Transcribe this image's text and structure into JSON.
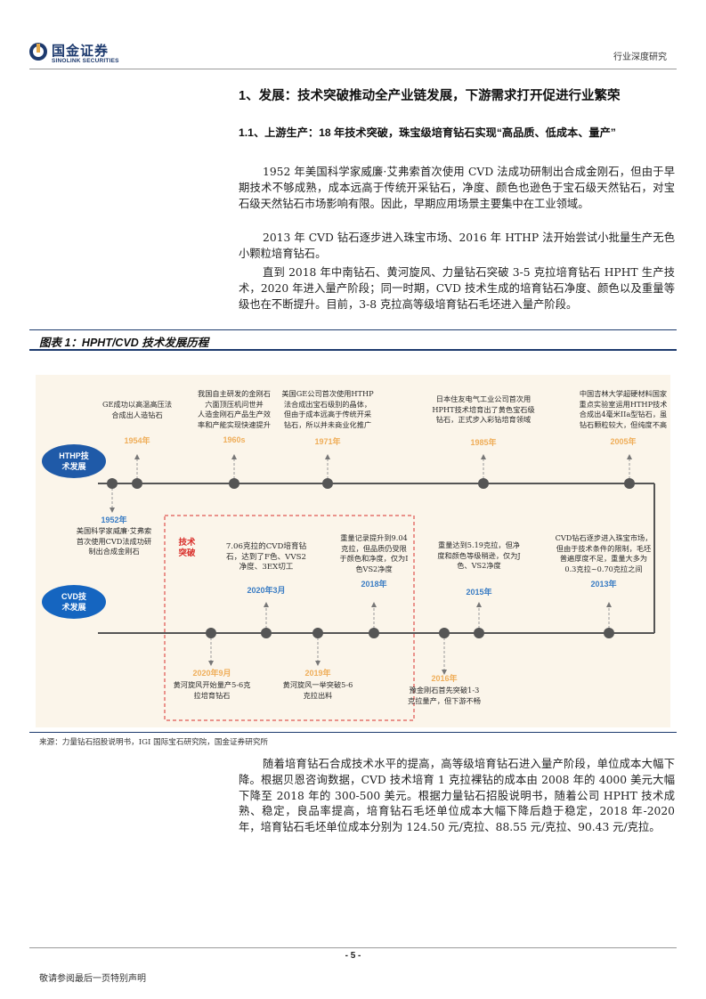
{
  "header": {
    "logo_cn": "国金证券",
    "logo_en": "SINOLINK SECURITIES",
    "report_type": "行业深度研究"
  },
  "section": {
    "h1": "1、发展：技术突破推动全产业链发展，下游需求打开促进行业繁荣",
    "h2": "1.1、上游生产：18 年技术突破，珠宝级培育钻石实现“高品质、低成本、量产”",
    "paragraphs": [
      "1952 年美国科学家威廉·艾弗索首次使用 CVD 法成功研制出合成金刚石，但由于早期技术不够成熟，成本远高于传统开采钻石，净度、颜色也逊色于宝石级天然钻石，对宝石级天然钻石市场影响有限。因此，早期应用场景主要集中在工业领域。",
      "2013 年 CVD 钻石逐步进入珠宝市场、2016 年 HTHP 法开始尝试小批量生产无色小颗粒培育钻石。",
      "直到 2018 年中南钻石、黄河旋风、力量钻石突破 3-5 克拉培育钻石 HPHT 生产技术，2020 年进入量产阶段；同一时期，CVD 技术生成的培育钻石净度、颜色以及重量等级也在不断提升。目前，3-8 克拉高等级培育钻石毛坯进入量产阶段。"
    ]
  },
  "figure": {
    "caption": "图表 1：HPHT/CVD 技术发展历程",
    "source": "来源：力量钻石招股说明书，IGI 国际宝石研究院，国金证券研究所",
    "hthp_label": [
      "HTHP技",
      "术发展"
    ],
    "cvd_label": [
      "CVD技",
      "术发展"
    ],
    "breakthrough_label": [
      "技术",
      "突破"
    ],
    "hthp_top": [
      {
        "year": "1954年",
        "lines": [
          "GE成功以高温高压法",
          "合成出人造钻石"
        ]
      },
      {
        "year": "1960s",
        "lines": [
          "我国自主研发的金刚石",
          "六面顶压机问世并",
          "人造金刚石产品生产效",
          "率和产能实现快速提升"
        ]
      },
      {
        "year": "1971年",
        "lines": [
          "美国GE公司首次使用HTHP",
          "法合成出宝石级别的晶体，",
          "但由于成本远高于传统开采",
          "钻石，所以并未商业化推广"
        ]
      },
      {
        "year": "1985年",
        "lines": [
          "日本住友电气工业公司首次用",
          "HPHT技术培育出了黄色宝石级",
          "钻石，正式步入彩钻培育领域"
        ]
      },
      {
        "year": "2005年",
        "lines": [
          "中国吉林大学超硬材料国家",
          "重点实验室运用HTHP技术",
          "合成出4毫米IIa型钻石，虽",
          "钻石颗粒较大，但纯度不高"
        ]
      }
    ],
    "hthp_1952": {
      "year": "1952年",
      "lines": [
        "美国科学家威廉·艾弗索",
        "首次使用CVD法成功研",
        "制出合成金刚石"
      ]
    },
    "cvd_top": [
      {
        "year": "2020年3月",
        "lines": [
          "7.06克拉的CVD培育钻",
          "石，达到了F色、VVS2",
          "净度、3EX切工"
        ]
      },
      {
        "year": "2018年",
        "lines": [
          "重量记录提升到9.04",
          "克拉，但品质仍受限",
          "于颜色和净度，仅为I",
          "色VS2净度"
        ]
      },
      {
        "year": "2015年",
        "lines": [
          "重量达到5.19克拉，但净",
          "度和颜色等级稍逊，仅为J",
          "色、VS2净度"
        ]
      },
      {
        "year": "2013年",
        "lines": [
          "CVD钻石逐步进入珠宝市场，",
          "但由于技术条件的限制，毛坯",
          "普遍厚度不足，重量大多为",
          "0.3克拉~0.70克拉之间"
        ]
      }
    ],
    "cvd_bottom": [
      {
        "year": "2020年9月",
        "lines": [
          "黄河旋风开始量产5-6克",
          "拉培育钻石"
        ]
      },
      {
        "year": "2019年",
        "lines": [
          "黄河旋风一举突破5-6",
          "克拉出料"
        ]
      },
      {
        "year": "2016年",
        "lines": [
          "豫金刚石首先突破1-3",
          "克拉量产，但下游不畅"
        ]
      }
    ],
    "colors": {
      "hthp_blue": "#1f5aa8",
      "cvd_blue": "#1565c0",
      "year_orange": "#efae5a",
      "year_blue": "#3b7dc4",
      "breakthrough_red": "#d9302c",
      "timeline": "#555555"
    }
  },
  "closing_paragraph": "随着培育钻石合成技术水平的提高，高等级培育钻石进入量产阶段，单位成本大幅下降。根据贝恩咨询数据，CVD 技术培育 1 克拉裸钻的成本由 2008 年的 4000 美元大幅下降至 2018 年的 300-500 美元。根据力量钻石招股说明书，随着公司 HPHT 技术成熟、稳定，良品率提高，培育钻石毛坯单位成本大幅下降后趋于稳定，2018 年-2020 年，培育钻石毛坯单位成本分别为 124.50 元/克拉、88.55 元/克拉、90.43 元/克拉。",
  "footer": {
    "page": "- 5 -",
    "note": "敬请参阅最后一页特别声明"
  }
}
